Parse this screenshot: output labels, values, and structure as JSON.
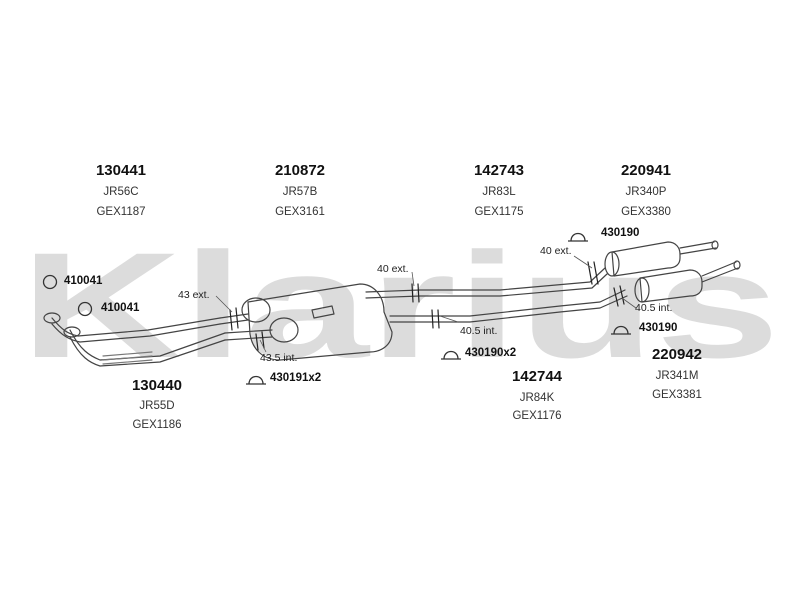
{
  "watermark": "Klarius",
  "groups": [
    {
      "id": "g130441",
      "part": "130441",
      "jr": "JR56C",
      "gex": "GEX1187"
    },
    {
      "id": "g210872",
      "part": "210872",
      "jr": "JR57B",
      "gex": "GEX3161"
    },
    {
      "id": "g142743",
      "part": "142743",
      "jr": "JR83L",
      "gex": "GEX1175"
    },
    {
      "id": "g220941",
      "part": "220941",
      "jr": "JR340P",
      "gex": "GEX3380"
    },
    {
      "id": "g130440",
      "part": "130440",
      "jr": "JR55D",
      "gex": "GEX1186"
    },
    {
      "id": "g142744",
      "part": "142744",
      "jr": "JR84K",
      "gex": "GEX1176"
    },
    {
      "id": "g220942",
      "part": "220942",
      "jr": "JR341M",
      "gex": "GEX3381"
    }
  ],
  "fittings": [
    {
      "id": "f1",
      "label": "410041",
      "icon": "ring-icon"
    },
    {
      "id": "f2",
      "label": "410041",
      "icon": "ring-icon"
    },
    {
      "id": "f3",
      "label": "430191x2",
      "icon": "clamp-icon"
    },
    {
      "id": "f4",
      "label": "430190x2",
      "icon": "clamp-icon"
    },
    {
      "id": "f5",
      "label": "430190",
      "icon": "clamp-icon"
    },
    {
      "id": "f6",
      "label": "430190",
      "icon": "clamp-icon"
    }
  ],
  "dimensions": [
    "43 ext.",
    "43.5 int.",
    "40 ext.",
    "40.5 int.",
    "40 ext.",
    "40.5 int."
  ]
}
